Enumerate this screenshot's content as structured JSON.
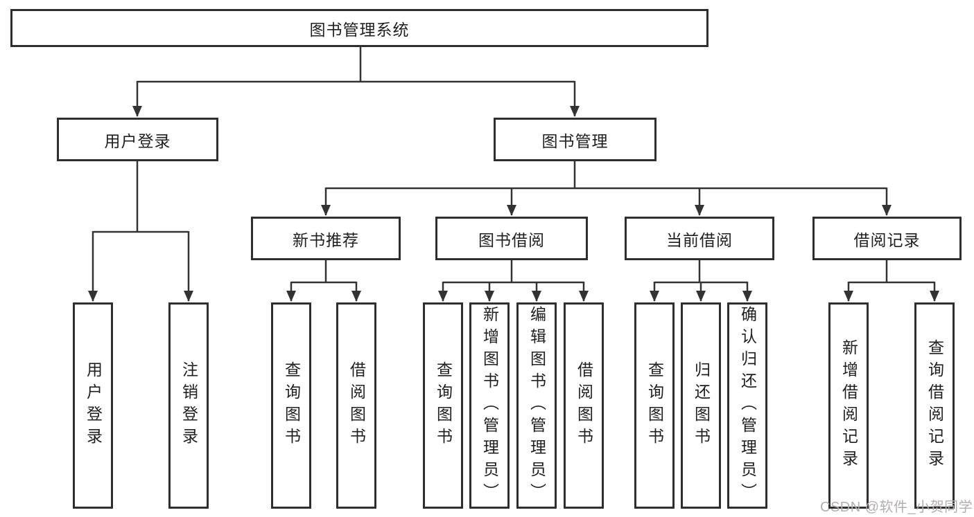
{
  "title": "图书管理系统",
  "watermark": "CSDN @软件_小贺同学",
  "colors": {
    "line": "#333333",
    "box_border": "#2e2e2e",
    "box_fill": "#ffffff",
    "text": "#1f1f1f",
    "watermark": "#b3aeae"
  },
  "tree": {
    "root": {
      "label": "图书管理系统"
    },
    "branches": [
      {
        "label": "用户登录",
        "children": [
          "用户登录",
          "注销登录"
        ]
      },
      {
        "label": "图书管理",
        "sections": [
          {
            "label": "新书推荐",
            "children": [
              "查询图书",
              "借阅图书"
            ]
          },
          {
            "label": "图书借阅",
            "children": [
              "查询图书",
              "新增图书（管理员）",
              "编辑图书（管理员）",
              "借阅图书"
            ]
          },
          {
            "label": "当前借阅",
            "children": [
              "查询图书",
              "归还图书",
              "确认归还（管理员）"
            ]
          },
          {
            "label": "借阅记录",
            "children": [
              "新增借阅记录",
              "查询借阅记录"
            ]
          }
        ]
      }
    ]
  }
}
